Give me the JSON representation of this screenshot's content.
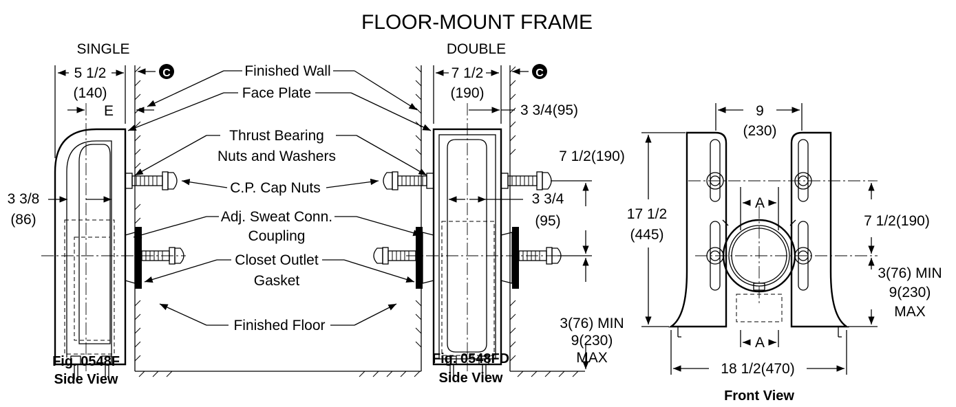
{
  "title": "FLOOR-MOUNT FRAME",
  "section_single": "SINGLE",
  "section_double": "DOUBLE",
  "circle_mark": "C",
  "callouts": {
    "finished_wall": "Finished Wall",
    "face_plate": "Face Plate",
    "thrust_bearing_1": "Thrust Bearing",
    "thrust_bearing_2": "Nuts and Washers",
    "cp_cap_nuts": "C.P. Cap Nuts",
    "adj_sweat_1": "Adj. Sweat Conn.",
    "adj_sweat_2": "Coupling",
    "closet_outlet_1": "Closet Outlet",
    "closet_outlet_2": "Gasket",
    "finished_floor": "Finished Floor"
  },
  "dimensions": {
    "single_width": "5 1/2",
    "single_width_mm": "(140)",
    "single_e": "E",
    "single_depth": "3 3/8",
    "single_depth_mm": "(86)",
    "double_width": "7 1/2",
    "double_width_mm": "(190)",
    "double_offset": "3 3/4(95)",
    "double_height": "7 1/2(190)",
    "double_inner": "3 3/4",
    "double_inner_mm": "(95)",
    "double_floor_1": "3(76) MIN",
    "double_floor_2": "9(230)",
    "double_floor_3": "MAX",
    "front_top": "9",
    "front_top_mm": "(230)",
    "front_height": "17 1/2",
    "front_height_mm": "(445)",
    "front_a_top": "A",
    "front_a_bottom": "A",
    "front_mid": "7 1/2(190)",
    "front_floor_1": "3(76) MIN",
    "front_floor_2": "9(230)",
    "front_floor_3": "MAX",
    "front_base": "18 1/2(470)"
  },
  "captions": {
    "fig_single_1": "Fig. 0548F",
    "fig_single_2": "Side View",
    "fig_double_1": "Fig. 0548FD",
    "fig_double_2": "Side View",
    "front_view": "Front View"
  }
}
